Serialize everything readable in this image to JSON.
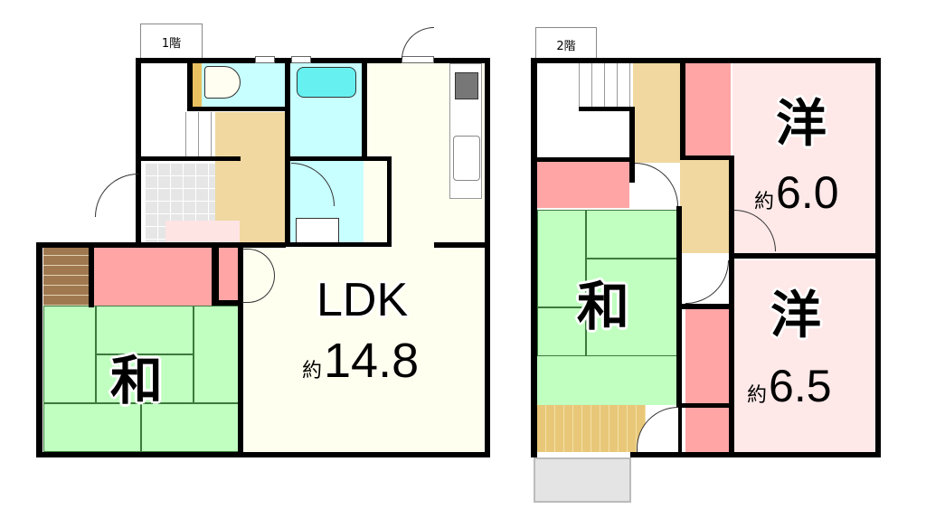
{
  "floors": [
    {
      "label": "1階",
      "rooms": [
        {
          "id": "japanese-room-1f",
          "type": "和",
          "size_prefix": "",
          "size": ""
        },
        {
          "id": "ldk",
          "type": "LDK",
          "size_prefix": "約",
          "size": "14.8"
        }
      ]
    },
    {
      "label": "2階",
      "rooms": [
        {
          "id": "japanese-room-2f",
          "type": "和",
          "size_prefix": "",
          "size": ""
        },
        {
          "id": "western-room-a",
          "type": "洋",
          "size_prefix": "約",
          "size": "6.0"
        },
        {
          "id": "western-room-b",
          "type": "洋",
          "size_prefix": "約",
          "size": "6.5"
        }
      ]
    }
  ],
  "colors": {
    "tatami": "#c0ffc0",
    "ldk": "#fffff0",
    "western": "#ffe8e8",
    "closet": "#ffa5a5",
    "hallway": "#f0d8a0",
    "wet_area": "#c8ffff",
    "bathtub": "#66f0f0",
    "entrance_tile": "#e6e6e6",
    "wood_floor": "#a07850",
    "veranda_floor": "#e8c878",
    "balcony": "#e4e4e4",
    "wall": "#000000"
  }
}
